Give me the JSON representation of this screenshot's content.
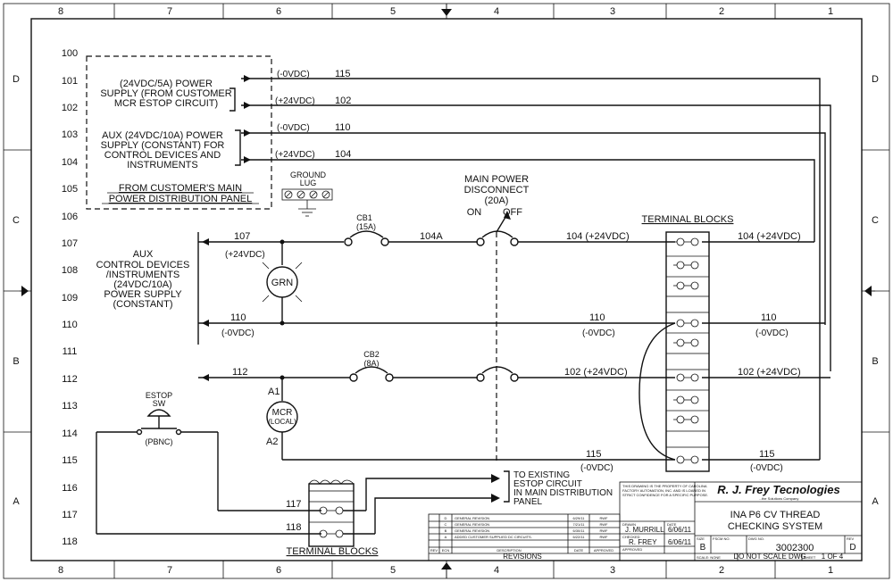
{
  "border": {
    "columns": [
      "8",
      "7",
      "6",
      "5",
      "4",
      "3",
      "2",
      "1"
    ],
    "rows": [
      "D",
      "C",
      "B",
      "A"
    ]
  },
  "rungs": [
    "100",
    "101",
    "102",
    "103",
    "104",
    "105",
    "106",
    "107",
    "108",
    "109",
    "110",
    "111",
    "112",
    "113",
    "114",
    "115",
    "116",
    "117",
    "118"
  ],
  "supply": {
    "box1": [
      "(24VDC/5A) POWER",
      "SUPPLY (FROM CUSTOMER",
      "MCR ESTOP CIRCUIT)"
    ],
    "box2": [
      "AUX (24VDC/10A) POWER",
      "SUPPLY (CONSTANT) FOR",
      "CONTROL DEVICES AND",
      "INSTRUMENTS"
    ],
    "panel": [
      "FROM CUSTOMER'S MAIN",
      "POWER DISTRIBUTION PANEL"
    ],
    "ground_lug": [
      "GROUND",
      "LUG"
    ]
  },
  "wires": {
    "w115": "115",
    "w102": "102",
    "w110": "110",
    "w104": "104",
    "v0": "(-0VDC)",
    "v24": "(+24VDC)",
    "w107": "107",
    "w104a": "104A",
    "w112": "112",
    "w104_24": "104 (+24VDC)",
    "w110_0": "110",
    "w102_24": "102 (+24VDC)",
    "w115_0": "115",
    "w117": "117",
    "w118": "118"
  },
  "components": {
    "cb1": [
      "CB1",
      "(15A)"
    ],
    "cb2": [
      "CB2",
      "(8A)"
    ],
    "main_disc": [
      "MAIN POWER",
      "DISCONNECT",
      "(20A)"
    ],
    "on": "ON",
    "off": "OFF",
    "grn": "GRN",
    "mcr": [
      "MCR",
      "(LOCAL)"
    ],
    "a1": "A1",
    "a2": "A2",
    "estop": [
      "ESTOP",
      "SW"
    ],
    "pbnc": "(PBNC)",
    "aux": [
      "AUX",
      "CONTROL DEVICES",
      "/INSTRUMENTS",
      "(24VDC/10A)",
      "POWER SUPPLY",
      "(CONSTANT)"
    ],
    "to_existing": [
      "TO EXISTING",
      "ESTOP CIRCUIT",
      "IN MAIN DISTRIBUTION",
      "PANEL"
    ],
    "terminal_blocks": "TERMINAL BLOCKS"
  },
  "title_block": {
    "company": "R. J. Frey Tecnologies",
    "company_sub": "...the Solutions Company",
    "title_lines": [
      "INA P6 CV THREAD",
      "CHECKING SYSTEM"
    ],
    "drawn_by": "J. MURRILL",
    "drawn_date": "6/06/11",
    "checked_by": "R. FREY",
    "checked_date": "6/06/11",
    "size": "B",
    "dwg_no": "3002300",
    "rev": "D",
    "scale": "SCALE: NONE",
    "do_not_scale": "DO NOT SCALE DWG",
    "sheet": "1 OF 4",
    "lbl_drawn": "DRAWN",
    "lbl_checked": "CHECKED",
    "lbl_approved": "APPROVED",
    "lbl_date": "DATE",
    "lbl_size": "SIZE",
    "lbl_fscm": "FSCM NO.",
    "lbl_dwgno": "DWG NO.",
    "lbl_rev": "REV",
    "lbl_sheet": "SHEET",
    "proprietary": [
      "THIS DRAWING IS THE PROPERTY OF CAROLINA",
      "FACTORY AUTOMATION, INC. AND IS LOANED IN",
      "STRICT CONFIDENCE FOR A SPECIFIC PURPOSE."
    ]
  },
  "revisions": {
    "rows": [
      {
        "rev": "D",
        "desc": "GENERAL REVISION",
        "date": "6/29/11",
        "by": "RWF"
      },
      {
        "rev": "C",
        "desc": "GENERAL REVISION",
        "date": "7/21/11",
        "by": "RWF"
      },
      {
        "rev": "B",
        "desc": "GENERAL REVISION",
        "date": "6/30/11",
        "by": "RWF"
      },
      {
        "rev": "A",
        "desc": "ADDED CUSTOMER SUPPLIED DC CIRCUITS.",
        "date": "6/22/11",
        "by": "RWF"
      }
    ],
    "hdr_rev": "REV",
    "hdr_ecn": "ECN",
    "hdr_desc": "DESCRIPTION",
    "hdr_date": "DATE",
    "hdr_appr": "APPROVED",
    "footer": "REVISIONS"
  }
}
